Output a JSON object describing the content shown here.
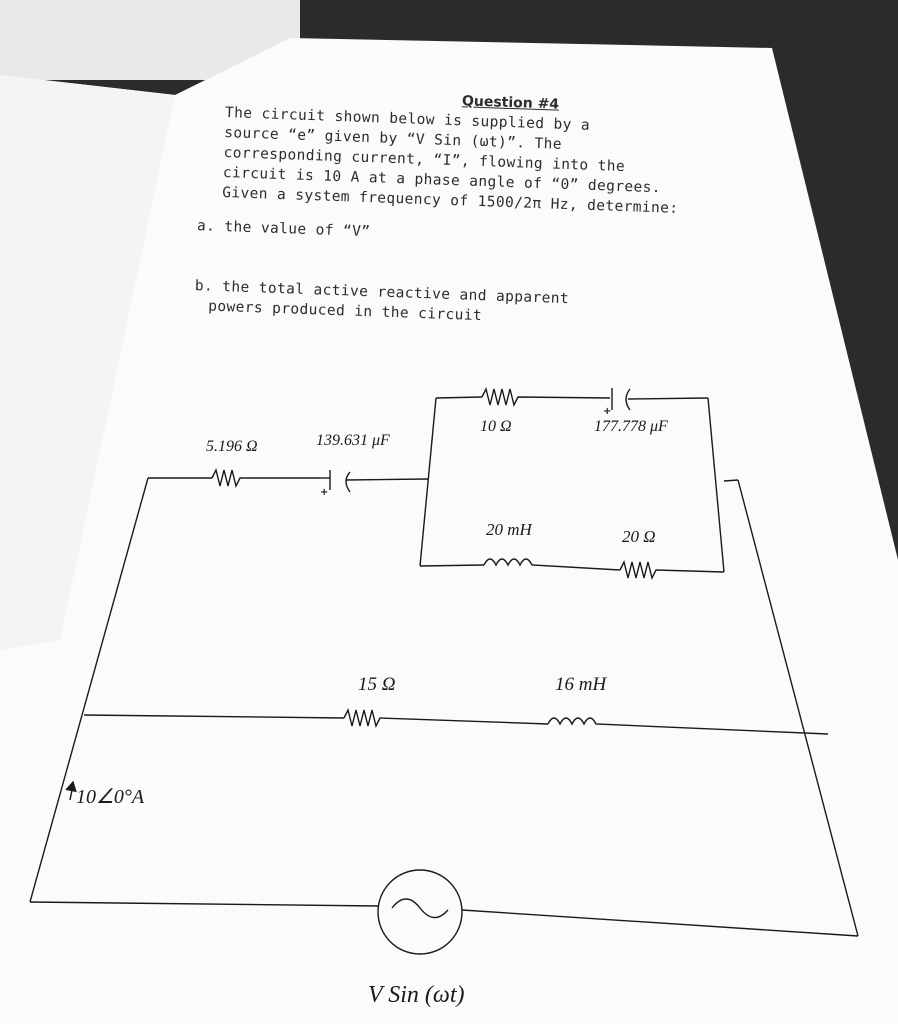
{
  "question": {
    "title": "Question #4",
    "lines": [
      "The circuit shown below is supplied by a",
      "source “e” given by “V Sin (ωt)”. The",
      "corresponding current, “I”, flowing into the",
      "circuit is 10 A at a phase angle of “0” degrees.",
      "Given a system frequency of 1500/2π Hz, determine:"
    ],
    "part_a": "a. the value of “V”",
    "part_b_line1": "b.  the total active reactive and apparent",
    "part_b_line2": "powers produced in the circuit"
  },
  "circuit": {
    "r1": "5.196 Ω",
    "c1": "139.631 μF",
    "r2": "10 Ω",
    "c2": "177.778 μF",
    "l1": "20 mH",
    "r3": "20 Ω",
    "r4": "15 Ω",
    "l2": "16 mH",
    "current": "10∠0°A",
    "source": "V Sin (ωt)"
  },
  "colors": {
    "paper": "#fbfbfb",
    "ink": "#1a1a1a",
    "background": "#2b2b2d"
  }
}
